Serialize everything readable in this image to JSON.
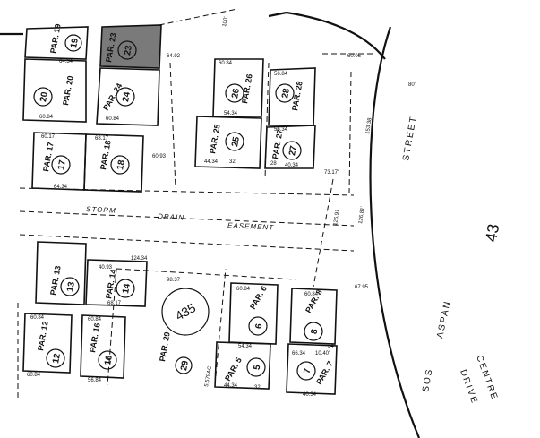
{
  "map": {
    "streets": {
      "street_word": "STREET",
      "aspan": "ASPAN",
      "centre": "CENTRE",
      "drive": "DRIVE",
      "sos": "SOS",
      "block": "43"
    },
    "big_lot": {
      "number": "435",
      "parcel": "PAR. 29",
      "lot": "29",
      "area": "5.579AC"
    },
    "easement": {
      "storm": "STORM",
      "drain": "DRAIN",
      "easement": "EASEMENT"
    },
    "lots": [
      {
        "id": "19",
        "parcel": "PAR. 19",
        "highlighted": false
      },
      {
        "id": "20",
        "parcel": "PAR. 20",
        "highlighted": false
      },
      {
        "id": "23",
        "parcel": "PAR. 23",
        "highlighted": true
      },
      {
        "id": "24",
        "parcel": "PAR. 24",
        "highlighted": false
      },
      {
        "id": "26",
        "parcel": "PAR. 26",
        "highlighted": false
      },
      {
        "id": "28",
        "parcel": "PAR. 28",
        "highlighted": false
      },
      {
        "id": "25",
        "parcel": "PAR. 25",
        "highlighted": false
      },
      {
        "id": "27",
        "parcel": "PAR. 27",
        "highlighted": false
      },
      {
        "id": "17",
        "parcel": "PAR. 17",
        "highlighted": false
      },
      {
        "id": "18",
        "parcel": "PAR. 18",
        "highlighted": false
      },
      {
        "id": "13",
        "parcel": "PAR. 13",
        "highlighted": false
      },
      {
        "id": "14",
        "parcel": "PAR. 14",
        "highlighted": false
      },
      {
        "id": "6",
        "parcel": "PAR. 6",
        "highlighted": false
      },
      {
        "id": "8",
        "parcel": "PAR. 8",
        "highlighted": false
      },
      {
        "id": "12",
        "parcel": "PAR. 12",
        "highlighted": false
      },
      {
        "id": "16",
        "parcel": "PAR. 16",
        "highlighted": false
      },
      {
        "id": "5",
        "parcel": "PAR. 5",
        "highlighted": false
      },
      {
        "id": "7",
        "parcel": "PAR. 7",
        "highlighted": false
      }
    ],
    "dimensions": {
      "d_60_84": "60.84",
      "d_60_93": "60.93",
      "d_64_34": "64.34",
      "d_64_92": "64.92",
      "d_60_17": "60.17",
      "d_68_17": "68.17",
      "d_56_84": "56.84",
      "d_54_34": "54.34",
      "d_56_34": "56.34",
      "d_44_34": "44.34",
      "d_40_34": "40.34",
      "d_32": "32'",
      "d_34": "34'",
      "d_73_17": "73.17'",
      "d_124_34": "124.34",
      "d_98_37": "98.37",
      "d_67_95": "67.95",
      "d_66_34": "66.34",
      "d_153_38": "153.38",
      "d_100": "100'",
      "d_80": "80'",
      "d_40_93": "40.93",
      "d_60_06": "60.06",
      "d_28": "28",
      "d_10_40": "10.40'",
      "d_126_81": "126.81'",
      "d_126_91": "126.91"
    }
  }
}
